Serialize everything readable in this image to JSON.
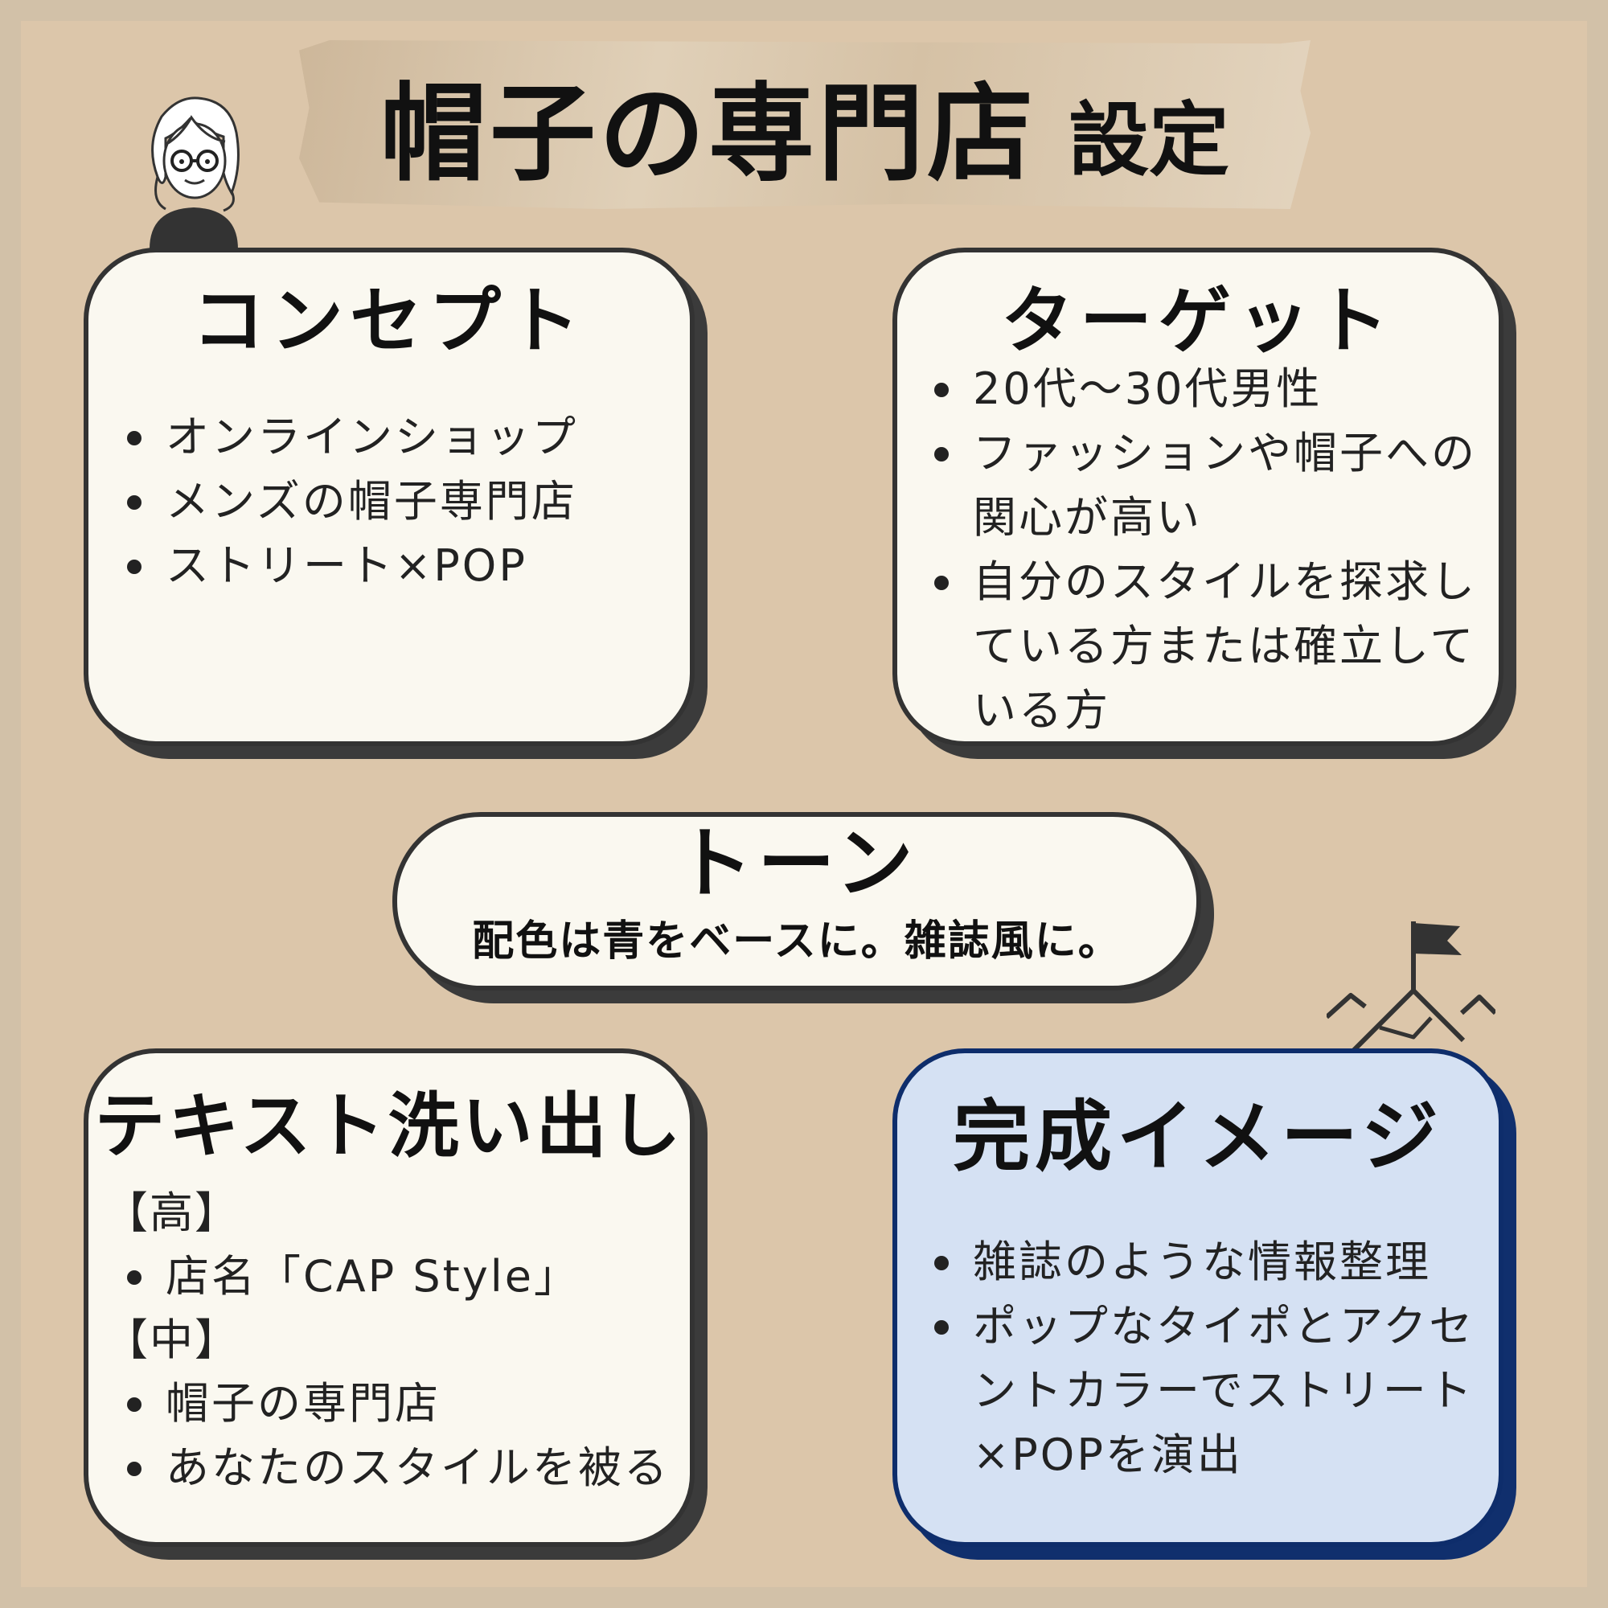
{
  "header": {
    "title_main": "帽子の専門店",
    "title_sub": "設定"
  },
  "concept": {
    "title": "コンセプト",
    "items": [
      "オンラインショップ",
      "メンズの帽子専門店",
      "ストリート×POP"
    ]
  },
  "target": {
    "title": "ターゲット",
    "items": [
      "20代〜30代男性",
      "ファッションや帽子への関心が高い",
      "自分のスタイルを探求している方または確立している方"
    ]
  },
  "tone": {
    "title": "トーン",
    "description": "配色は青をベースに。雑誌風に。"
  },
  "text_outline": {
    "title": "テキスト洗い出し",
    "high_label": "【高】",
    "high_items": [
      "店名「CAP Style」"
    ],
    "mid_label": "【中】",
    "mid_items": [
      "帽子の専門店",
      "あなたのスタイルを被る"
    ]
  },
  "final_image": {
    "title": "完成イメージ",
    "items": [
      "雑誌のような情報整理",
      "ポップなタイポとアクセントカラーでストリート×POPを演出"
    ]
  },
  "colors": {
    "border_frame": "#d2c1a8",
    "card_bg": "#faf8f0",
    "card_shadow": "#3b3b3b",
    "accent_bg": "#d5e1f3",
    "accent_border": "#0e2d6b"
  },
  "icons": {
    "avatar": "woman-with-glasses-icon",
    "goal": "mountain-flag-icon"
  }
}
